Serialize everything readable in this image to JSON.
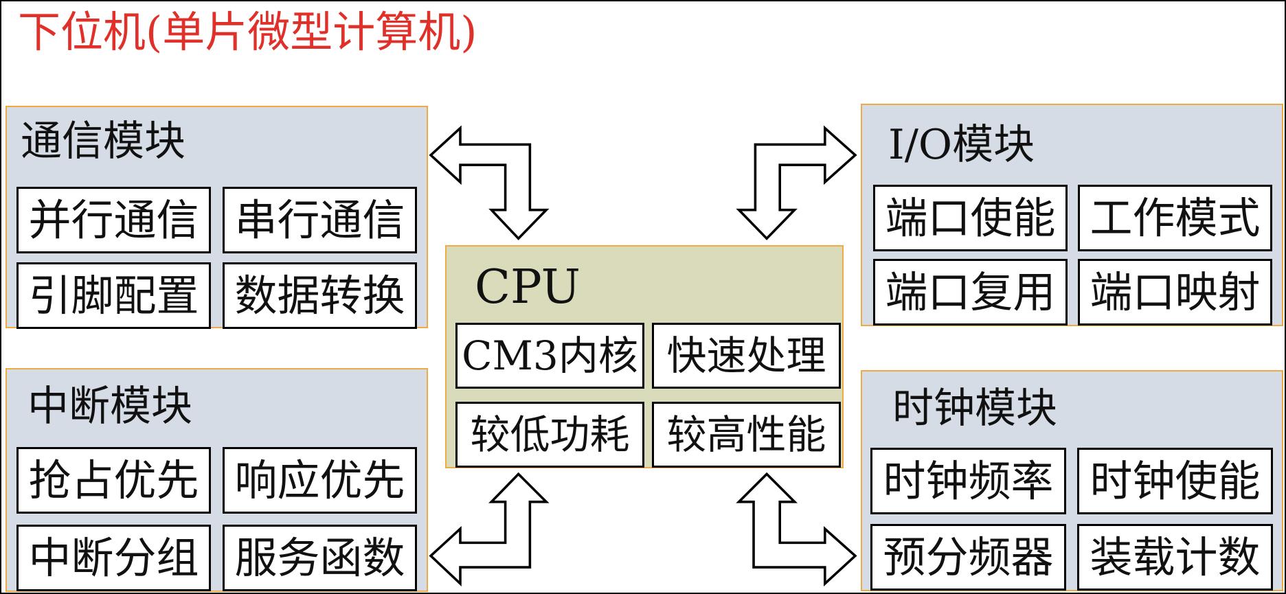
{
  "title": "下位机(单片微型计算机)",
  "modules": {
    "communication": {
      "title": "通信模块",
      "items": [
        "并行通信",
        "串行通信",
        "引脚配置",
        "数据转换"
      ]
    },
    "interrupt": {
      "title": "中断模块",
      "items": [
        "抢占优先",
        "响应优先",
        "中断分组",
        "服务函数"
      ]
    },
    "cpu": {
      "title": "CPU",
      "items": [
        "CM3内核",
        "快速处理",
        "较低功耗",
        "较高性能"
      ]
    },
    "io": {
      "title": "I/O模块",
      "items": [
        "端口使能",
        "工作模式",
        "端口复用",
        "端口映射"
      ]
    },
    "clock": {
      "title": "时钟模块",
      "items": [
        "时钟频率",
        "时钟使能",
        "预分频器",
        "装载计数"
      ]
    }
  },
  "colors": {
    "title_text": "#e0302a",
    "module_background": "#d5dce5",
    "cpu_background": "#d9dbbb",
    "module_border": "#f0aa45",
    "cell_border": "#000000"
  },
  "icons": [
    "bidirectional-arrow-icon"
  ]
}
